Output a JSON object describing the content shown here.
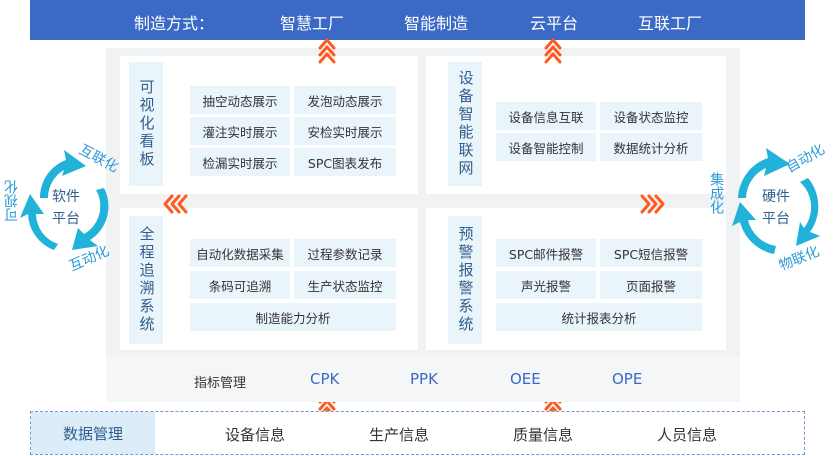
{
  "top": {
    "label": "制造方式：",
    "items": [
      "智慧工厂",
      "智能制造",
      "云平台",
      "互联工厂"
    ]
  },
  "quadrants": {
    "kanban": {
      "title": "可视化看板",
      "tags": [
        "抽空动态展示",
        "发泡动态展示",
        "灌注实时展示",
        "安检实时展示",
        "检漏实时展示",
        "SPC图表发布"
      ]
    },
    "iot": {
      "title": "设备智能联网",
      "tags": [
        "设备信息互联",
        "设备状态监控",
        "设备智能控制",
        "数据统计分析"
      ]
    },
    "trace": {
      "title": "全程追溯系统",
      "tags": [
        "自动化数据采集",
        "过程参数记录",
        "条码可追溯",
        "生产状态监控",
        "制造能力分析"
      ]
    },
    "alarm": {
      "title": "预警报警系统",
      "tags": [
        "SPC邮件报警",
        "SPC短信报警",
        "声光报警",
        "页面报警",
        "统计报表分析"
      ]
    }
  },
  "metrics": {
    "label": "指标管理",
    "items": [
      "CPK",
      "PPK",
      "OEE",
      "OPE"
    ]
  },
  "data_bar": {
    "label": "数据管理",
    "items": [
      "设备信息",
      "生产信息",
      "质量信息",
      "人员信息"
    ]
  },
  "left_cycle": {
    "center": [
      "软件",
      "平台"
    ],
    "labels": [
      "可视化",
      "互联化",
      "互动化"
    ]
  },
  "right_cycle": {
    "center": [
      "硬件",
      "平台"
    ],
    "labels": [
      "自动化",
      "物联化"
    ],
    "side": "集成化"
  },
  "colors": {
    "banner": "#3b69c6",
    "accent": "#2b9bd6",
    "arrow": "#ff5a1f",
    "tag_bg": "#eaf4fb"
  }
}
